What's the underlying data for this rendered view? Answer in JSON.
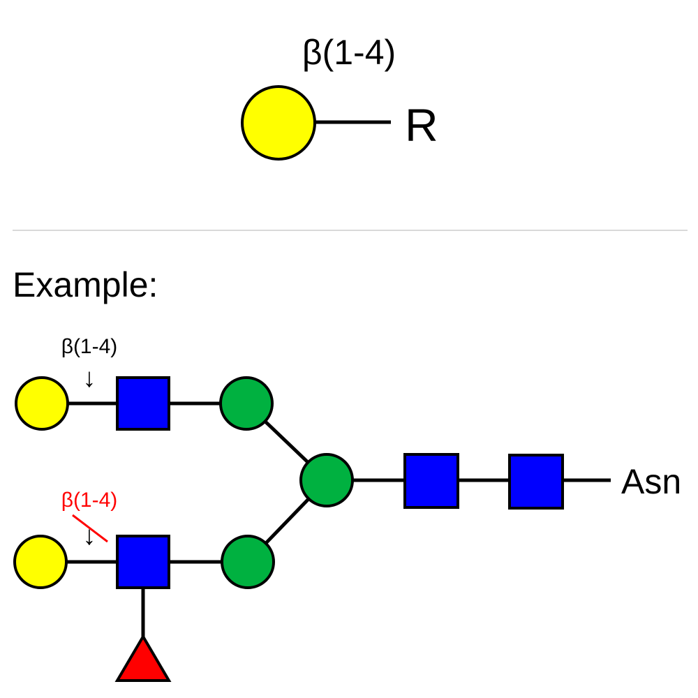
{
  "header": {
    "linkage_label": "β(1-4)",
    "terminal_label": "R"
  },
  "example": {
    "heading": "Example:",
    "allowed_linkage_label": "β(1-4)",
    "blocked_linkage_label": "β(1-4)",
    "root_label": "Asn",
    "arrow_glyph": "↓"
  },
  "colors": {
    "galactose_yellow": "#ffff00",
    "glcnac_blue": "#0000ff",
    "mannose_green": "#00b140",
    "fucose_red": "#ff0000",
    "blocked_red": "#ff0000",
    "divider_gray": "#d9d9d9"
  },
  "symbols": {
    "yellow_circle": "galactose-icon",
    "blue_square": "glcnac-icon",
    "green_circle": "mannose-icon",
    "red_triangle": "fucose-icon"
  }
}
